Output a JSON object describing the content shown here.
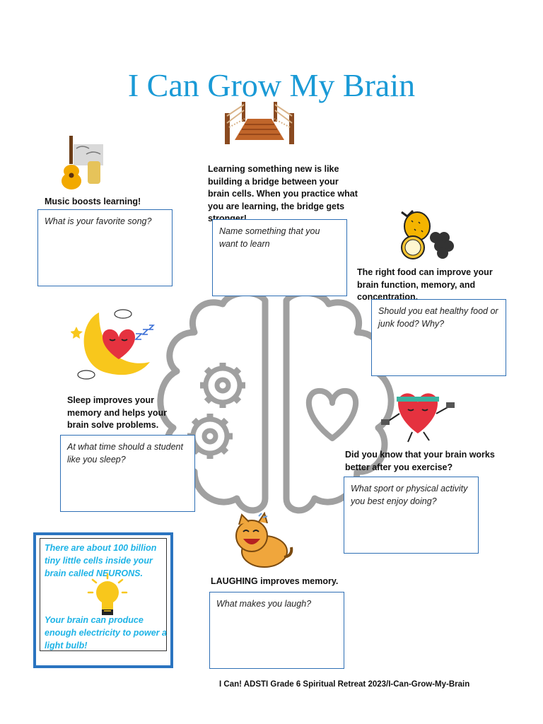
{
  "title": "I Can Grow My Brain",
  "bridge": {
    "caption": "Learning something new is like building a bridge between your brain cells. When you practice what you are learning, the bridge gets stronger!",
    "question": "Name something that you want to learn"
  },
  "music": {
    "caption": "Music boosts learning!",
    "question": "What is your favorite song?"
  },
  "food": {
    "caption": "The right food can improve your brain function, memory, and concentration.",
    "question": "Should you eat healthy food or junk food? Why?"
  },
  "sleep": {
    "caption": "Sleep improves your memory and helps your brain solve problems.",
    "question": "At what time should a student like you sleep?"
  },
  "exercise": {
    "caption": "Did you know that your brain works better after you exercise?",
    "question": "What sport or physical activity you best enjoy doing?"
  },
  "laugh": {
    "caption": "LAUGHING improves memory.",
    "question": "What makes you laugh?"
  },
  "facts": {
    "neurons": "There are about 100 billion tiny little cells inside your brain called NEURONS.",
    "electricity": "Your brain can produce enough electricity to power a light bulb!"
  },
  "footer": "I Can! ADSTI Grade 6 Spiritual Retreat 2023/I-Can-Grow-My-Brain",
  "icons": {
    "bridge": "bridge-icon",
    "music": "guitar-music-icon",
    "food": "fruit-icon",
    "sleep": "sleeping-heart-icon",
    "exercise": "exercising-heart-icon",
    "laugh": "laughing-cat-icon",
    "bulb": "light-bulb-icon",
    "brain": "brain-outline-icon",
    "gear": "gear-icon",
    "heart": "heart-icon"
  },
  "colors": {
    "title": "#1a9ad6",
    "box_border": "#2e6fb5",
    "fact_text": "#1eb3e6",
    "brain_outline": "#9a9a9a"
  }
}
